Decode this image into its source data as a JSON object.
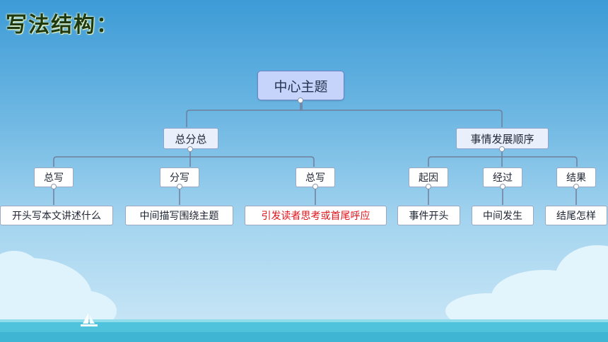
{
  "title": "写法结构：",
  "central": "中心主题",
  "branches": [
    {
      "label": "总分总",
      "children": [
        {
          "label": "总写",
          "detail": "开头写本文讲述什么"
        },
        {
          "label": "分写",
          "detail": "中间描写围绕主题"
        },
        {
          "label": "总写",
          "detail": "引发读者思考或首尾呼应"
        }
      ]
    },
    {
      "label": "事情发展顺序",
      "children": [
        {
          "label": "起因",
          "detail": "事件开头"
        },
        {
          "label": "经过",
          "detail": "中间发生"
        },
        {
          "label": "结果",
          "detail": "结尾怎样"
        }
      ]
    }
  ],
  "colors": {
    "highlight_text": "#e0141b",
    "central_fill": "#c6d4fb",
    "connector": "#6f7f9b"
  }
}
